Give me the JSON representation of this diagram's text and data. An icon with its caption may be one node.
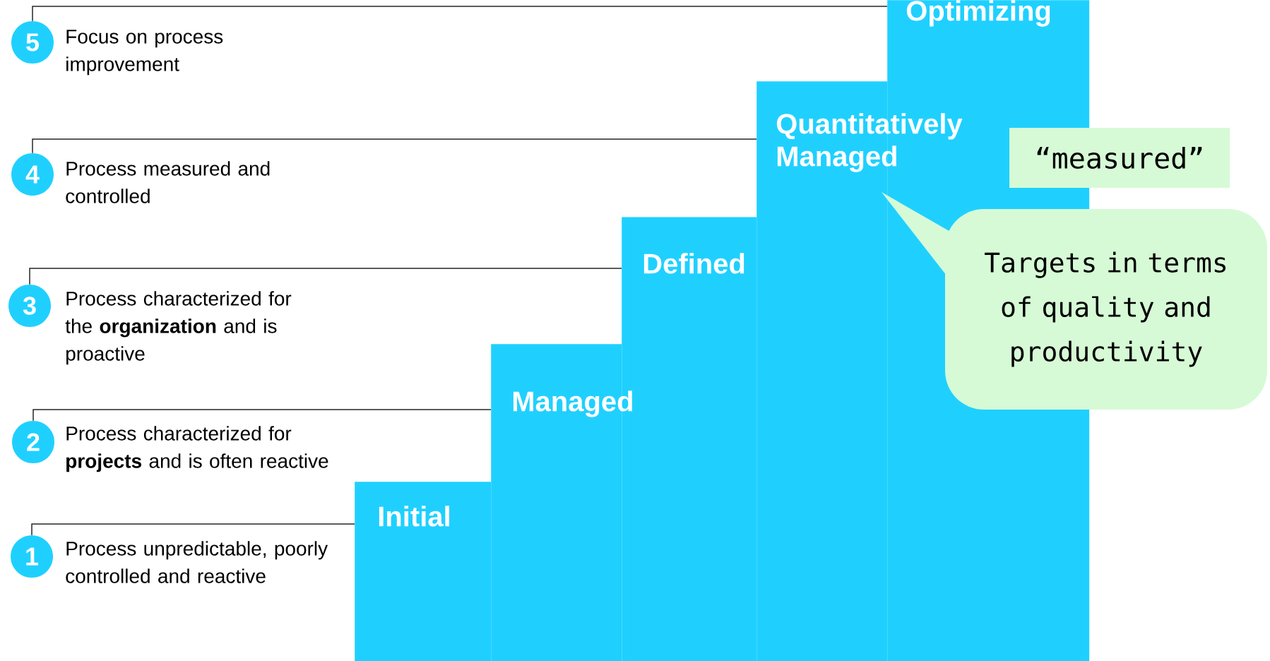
{
  "diagram": {
    "nodes": [
      {
        "text": [
          "5"
        ],
        "beside": [
          "Focus on process improvement"
        ]
      },
      {
        "text": [
          "4"
        ],
        "beside": [
          "Process measured and controlled"
        ]
      },
      {
        "text": [
          "3"
        ],
        "beside": [
          "Process characterized for the **organization** and is proactive"
        ]
      },
      {
        "text": [
          "2"
        ],
        "beside": [
          "Process characterized for **projects** and is often reactive"
        ]
      },
      {
        "text": [
          "1"
        ],
        "beside": [
          "Process unpredictable, poorly controlled and reactive"
        ]
      },
      {
        "text": [
          "Optimizing"
        ]
      },
      {
        "text": [
          "Quantitatively Managed"
        ]
      },
      {
        "text": [
          "Defined"
        ]
      },
      {
        "text": [
          "Managed"
        ]
      },
      {
        "text": [
          "Initial"
        ]
      },
      {
        "text": [
          "“measured”"
        ]
      },
      {
        "text": [
          "Targets in terms of quality and productivity"
        ]
      }
    ],
    "edges": [
      {
        "from": 0,
        "to": 5,
        "arrow": "none"
      },
      {
        "from": 1,
        "to": 6,
        "arrow": "none"
      },
      {
        "from": 2,
        "to": 7,
        "arrow": "none"
      },
      {
        "from": 3,
        "to": 8,
        "arrow": "none"
      },
      {
        "from": 4,
        "to": 9,
        "arrow": "none"
      }
    ]
  }
}
